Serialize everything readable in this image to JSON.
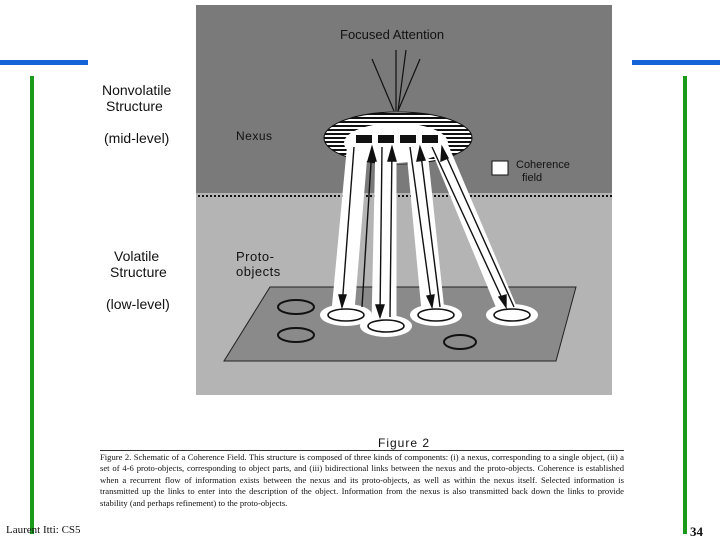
{
  "diagram": {
    "focused_attention": "Focused Attention",
    "nonvolatile_line1": "Nonvolatile",
    "nonvolatile_line2": "Structure",
    "mid_level": "(mid-level)",
    "nexus": "Nexus",
    "coherence_line1": "Coherence",
    "coherence_line2": "field",
    "volatile_line1": "Volatile",
    "volatile_line2": "Structure",
    "low_level": "(low-level)",
    "proto_line1": "Proto-",
    "proto_line2": "objects"
  },
  "figure_label": "Figure 2",
  "caption": "Figure 2.  Schematic of a Coherence Field.  This structure is composed of three kinds of components: (i) a nexus, corresponding to a single object, (ii) a set of 4-6 proto-objects, corresponding to object parts, and (iii) bidirectional links between the nexus and the proto-objects.  Coherence is established when a recurrent flow of information exists between the nexus and its proto-objects, as well as within the nexus itself.  Selected information is transmitted up the links to enter into the description of the object.  Information from the nexus is also transmitted back down the links to provide stability (and perhaps refinement) to the proto-objects.",
  "footer": {
    "author": "Laurent Itti: CS5",
    "page_number": "34"
  },
  "colors": {
    "top_band": "#7a7a7a",
    "bottom_band": "#b4b4b4",
    "accent_blue": "#1565d8",
    "accent_green": "#1a9a1a"
  }
}
